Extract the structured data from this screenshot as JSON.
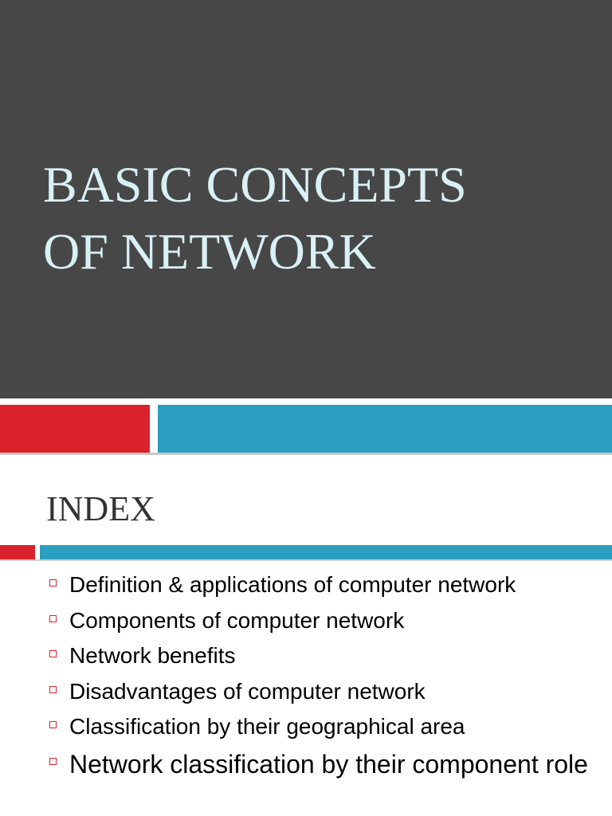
{
  "slide1": {
    "title_line1": "BASIC CONCEPTS",
    "title_line2": "OF NETWORK"
  },
  "slide2": {
    "heading": "INDEX",
    "bullet_icon": "square-bullet-icon",
    "items": [
      "Definition & applications of computer network",
      "Components of computer network",
      "Network benefits",
      "Disadvantages of computer network",
      "Classification by their geographical area",
      "Network classification by their component role"
    ]
  },
  "colors": {
    "title_bg": "#474747",
    "title_text": "#d9f0f5",
    "accent_red": "#d9222b",
    "accent_blue": "#2b9fc0",
    "heading_text": "#333333"
  }
}
